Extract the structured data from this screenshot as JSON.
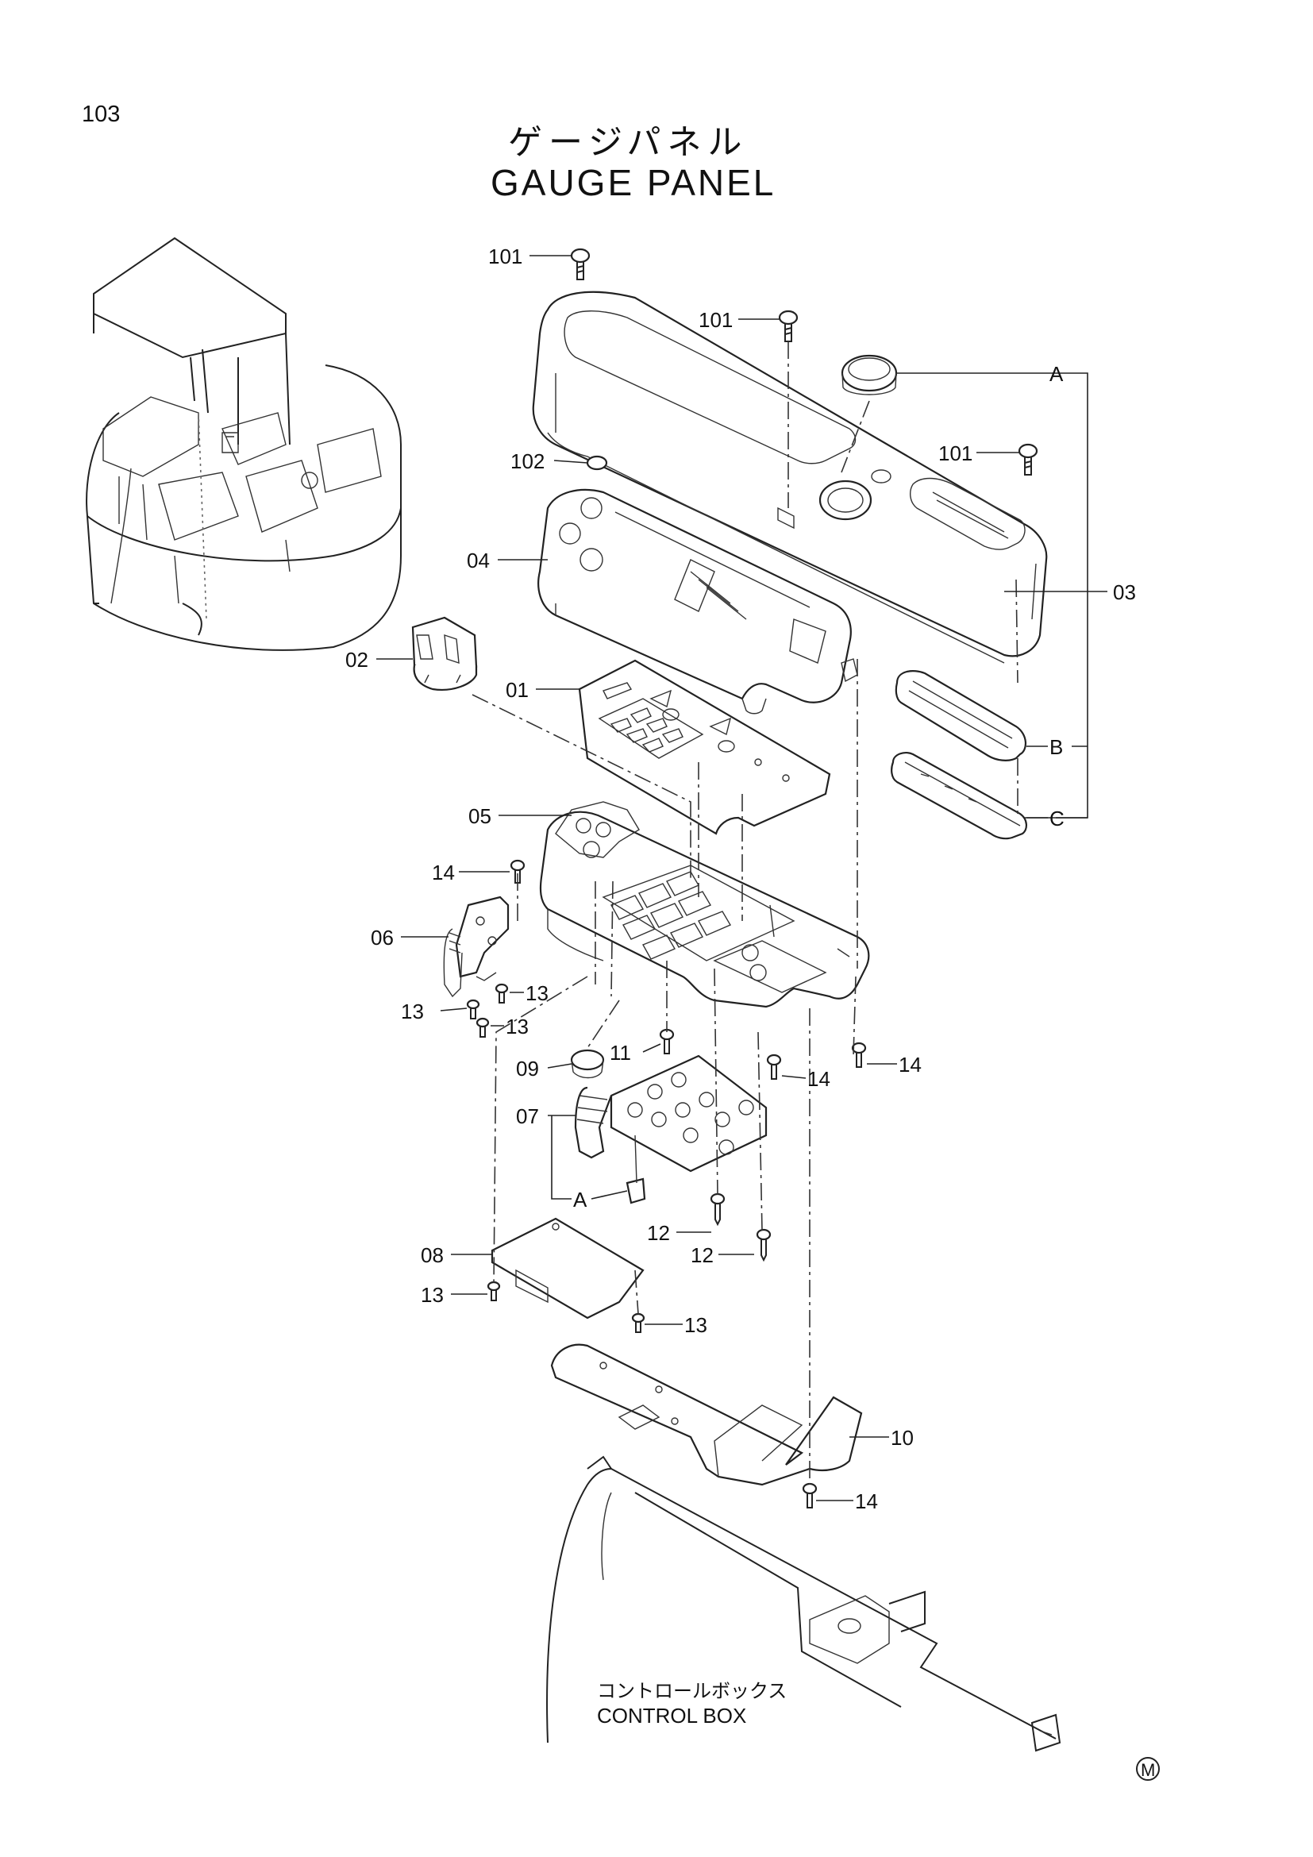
{
  "header": {
    "page_number": "103",
    "title_jp": "ゲージパネル",
    "title_en": "GAUGE PANEL"
  },
  "callouts": {
    "c101a": "101",
    "c101b": "101",
    "c101c": "101",
    "c102": "102",
    "c04": "04",
    "cA": "A",
    "c03": "03",
    "c02": "02",
    "c01": "01",
    "cB": "B",
    "cC": "C",
    "c05": "05",
    "c14a": "14",
    "c06": "06",
    "c13a": "13",
    "c13b": "13",
    "c13c": "13",
    "c09": "09",
    "c11": "11",
    "c14b": "14",
    "c14c": "14",
    "c07": "07",
    "cA2": "A",
    "c12a": "12",
    "c12b": "12",
    "c08": "08",
    "c13d": "13",
    "c13e": "13",
    "c10": "10",
    "c14d": "14"
  },
  "caption": {
    "jp": "コントロールボックス",
    "en": "CONTROL BOX"
  },
  "mark": "M"
}
